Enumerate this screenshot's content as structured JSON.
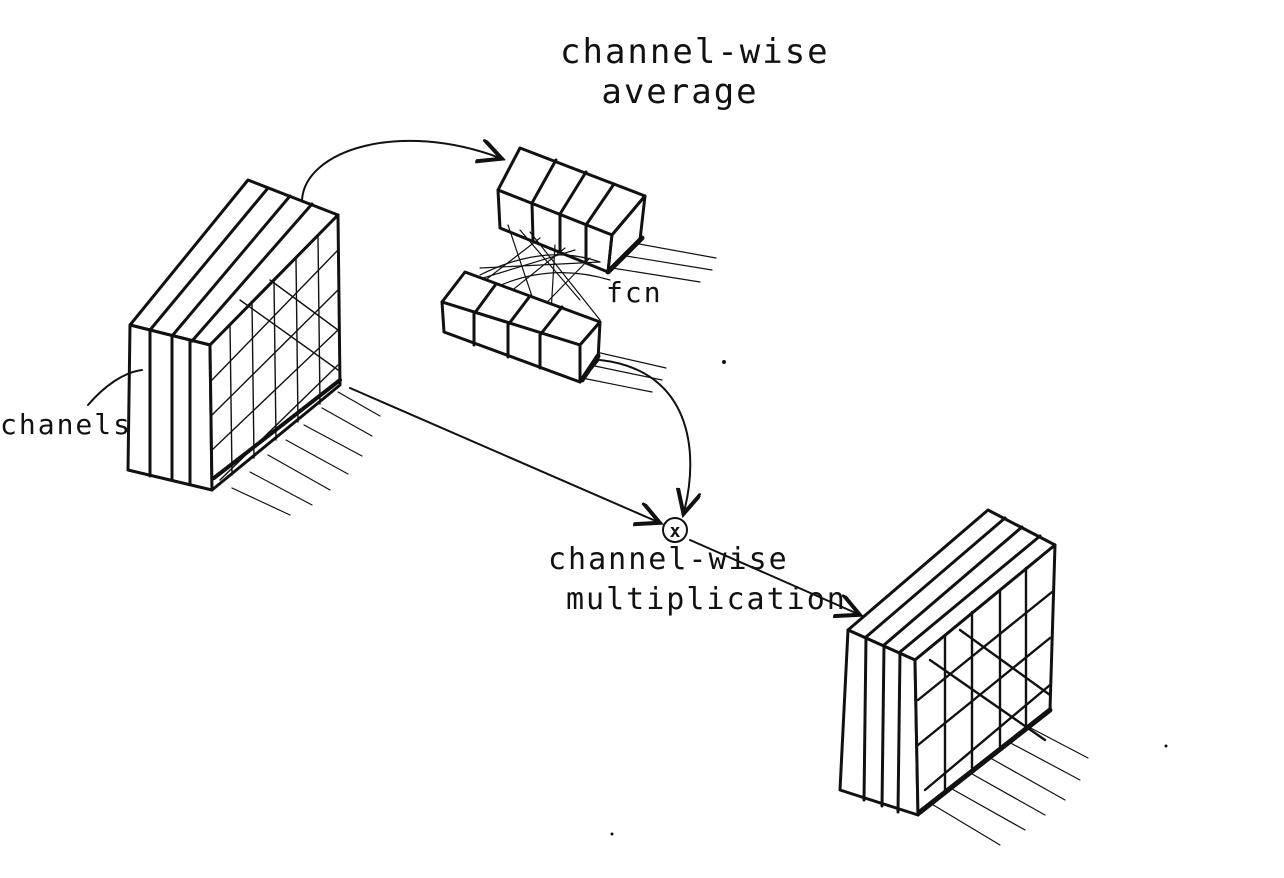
{
  "labels": {
    "average_line1": "channel-wise",
    "average_line2": "average",
    "fcn": "fcn",
    "channels": "chanels",
    "multiplication_line1": "channel-wise",
    "multiplication_line2": "multiplication",
    "multiply_symbol": "x"
  },
  "colors": {
    "ink": "#111111",
    "paper": "#ffffff"
  }
}
